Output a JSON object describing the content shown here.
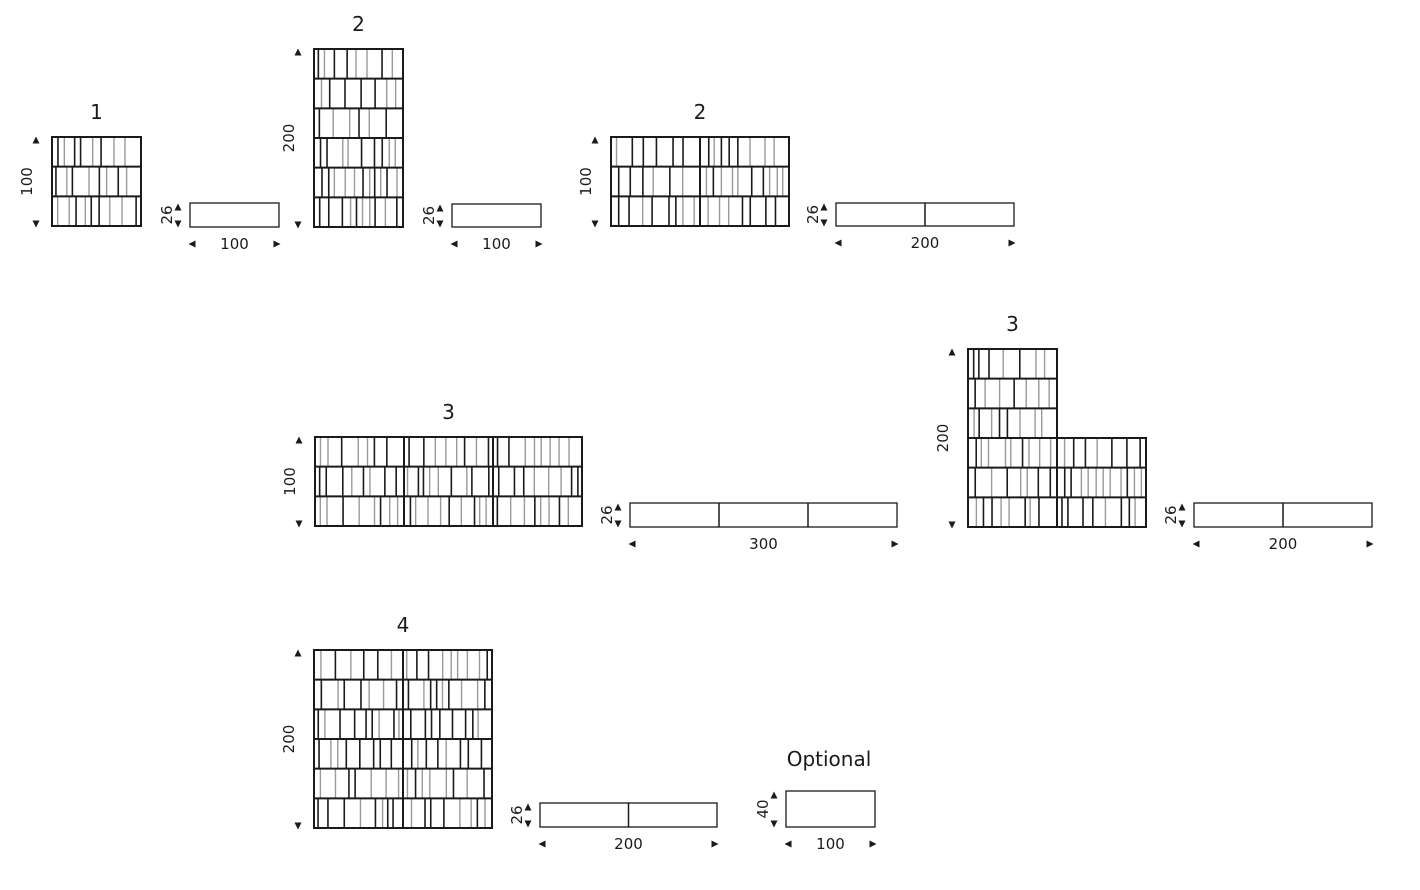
{
  "diagram": {
    "configurations": [
      {
        "title": "1",
        "height_label": "100",
        "depth_label": "26",
        "width_label": "100",
        "layout": [
          [
            1
          ]
        ],
        "top_sections": 1
      },
      {
        "title": "2",
        "height_label": "200",
        "depth_label": "26",
        "width_label": "100",
        "layout": [
          [
            1
          ],
          [
            1
          ]
        ],
        "top_sections": 1
      },
      {
        "title": "2",
        "height_label": "100",
        "depth_label": "26",
        "width_label": "200",
        "layout": [
          [
            1,
            1
          ]
        ],
        "top_sections": 2
      },
      {
        "title": "3",
        "height_label": "100",
        "depth_label": "26",
        "width_label": "300",
        "layout": [
          [
            1,
            1,
            1
          ]
        ],
        "top_sections": 3
      },
      {
        "title": "3",
        "height_label": "200",
        "depth_label": "26",
        "width_label": "200",
        "layout": [
          [
            1,
            0
          ],
          [
            1,
            1
          ]
        ],
        "top_sections": 2
      },
      {
        "title": "4",
        "height_label": "200",
        "depth_label": "26",
        "width_label": "200",
        "layout": [
          [
            1,
            1
          ],
          [
            1,
            1
          ]
        ],
        "top_sections": 2
      }
    ],
    "optional": {
      "title": "Optional",
      "depth_label": "40",
      "width_label": "100",
      "top_sections": 1
    },
    "colors": {
      "line": "#1a1a1a",
      "book_light": "#9a9a9a"
    }
  }
}
